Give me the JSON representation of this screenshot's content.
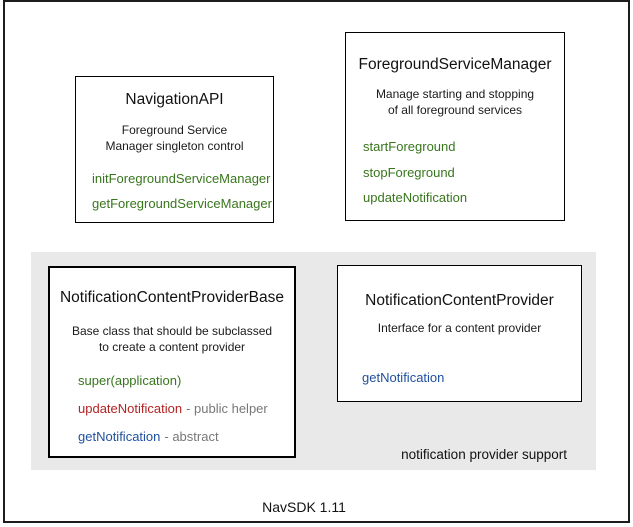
{
  "colors": {
    "green": "#38761d",
    "red": "#b22222",
    "blue": "#1f4f9e",
    "gray_text": "#777777",
    "panel_bg": "#e9e9e9",
    "border": "#000000",
    "frame": "#1c1c1c"
  },
  "boxes": {
    "navigation_api": {
      "title": "NavigationAPI",
      "description_lines": [
        "Foreground Service",
        "Manager singleton control"
      ],
      "methods": [
        {
          "label": "initForegroundServiceManager"
        },
        {
          "label": "getForegroundServiceManager"
        }
      ]
    },
    "foreground_service_manager": {
      "title": "ForegroundServiceManager",
      "description_lines": [
        "Manage starting and stopping",
        "of all foreground services"
      ],
      "methods": [
        {
          "label": "startForeground"
        },
        {
          "label": "stopForeground"
        },
        {
          "label": "updateNotification"
        }
      ]
    },
    "notification_content_provider_base": {
      "title": "NotificationContentProviderBase",
      "description_lines": [
        "Base class that should be subclassed",
        "to create a content provider"
      ],
      "methods": [
        {
          "label": "super(application)",
          "suffix": ""
        },
        {
          "label": "updateNotification",
          "suffix": "- public helper"
        },
        {
          "label": "getNotification",
          "suffix": "- abstract"
        }
      ]
    },
    "notification_content_provider": {
      "title": "NotificationContentProvider",
      "description_lines": [
        "Interface for a content provider"
      ],
      "methods": [
        {
          "label": "getNotification"
        }
      ]
    }
  },
  "panel": {
    "label": "notification provider support"
  },
  "footer": {
    "label": "NavSDK 1.11"
  }
}
